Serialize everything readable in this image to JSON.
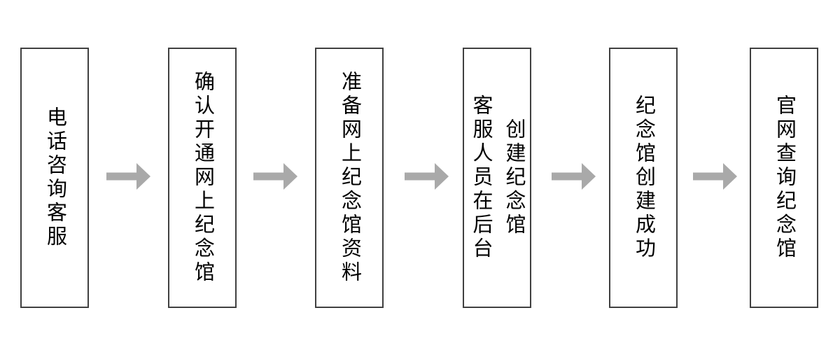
{
  "flowchart": {
    "colors": {
      "background": "#ffffff",
      "box_border": "#404040",
      "text": "#000000",
      "arrow": "#a9a9a9"
    },
    "steps": [
      {
        "lines": [
          "电话咨询客服"
        ]
      },
      {
        "lines": [
          "确认开通网上纪念馆"
        ]
      },
      {
        "lines": [
          "准备网上纪念馆资料"
        ]
      },
      {
        "lines": [
          "客服人员在后台",
          "创建纪念馆"
        ]
      },
      {
        "lines": [
          "纪念馆创建成功"
        ]
      },
      {
        "lines": [
          "官网查询纪念馆"
        ]
      }
    ],
    "arrows": [
      "right",
      "right",
      "right",
      "right",
      "right"
    ]
  }
}
